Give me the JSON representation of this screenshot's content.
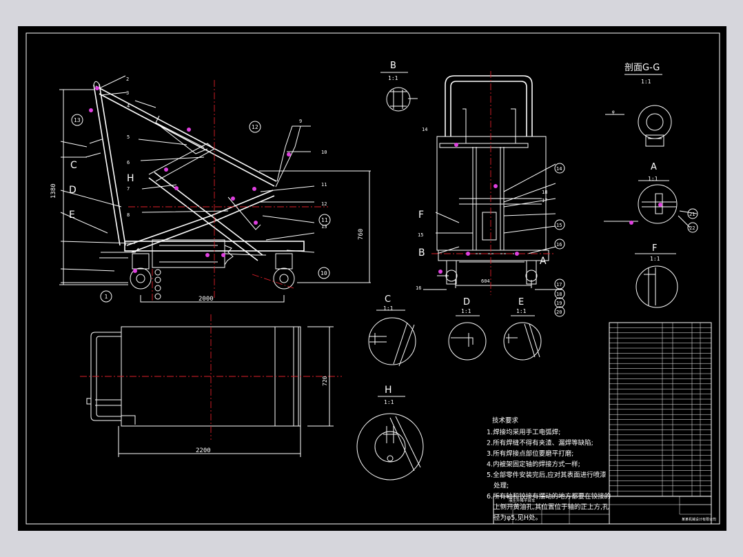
{
  "views": {
    "b_label": "B",
    "b_scale": "1:1",
    "g_label": "剖面G-G",
    "g_scale": "1:1",
    "a_label": "A",
    "a_scale": "1:1",
    "f_label": "F",
    "f_scale": "1:1",
    "c_label": "C",
    "c_scale": "1:1",
    "d_label": "D",
    "d_scale": "1:1",
    "e_label": "E",
    "e_scale": "1:1",
    "h_label": "H",
    "h_scale": "1:1"
  },
  "dims": {
    "height_1380": "1380",
    "height_760": "760",
    "len_2000": "2000",
    "len_2200": "2200",
    "width_720": "720",
    "width_604": "604"
  },
  "side_letters": [
    "C",
    "D",
    "E",
    "H"
  ],
  "side_numbers": [
    "2",
    "3",
    "4",
    "5",
    "6",
    "7",
    "8",
    "9",
    "10",
    "11",
    "12",
    "13"
  ],
  "side_circled": [
    "13",
    "12",
    "11",
    "10",
    "1"
  ],
  "front_letters": [
    "F",
    "B",
    "A"
  ],
  "front_numbers": [
    "14",
    "15",
    "16",
    "17",
    "18"
  ],
  "front_circled": [
    "14",
    "15",
    "16",
    "17",
    "18",
    "19",
    "20"
  ],
  "a_circled": [
    "21",
    "22"
  ],
  "tech": {
    "title": "技术要求",
    "items": [
      "1.焊接均采用手工电弧焊;",
      "2.所有焊缝不得有夹渣、漏焊等缺陷;",
      "3.所有焊接点部位要磨平打磨;",
      "4.内被架固定轴的焊接方式一样;",
      "5.全部零件安装完后,应对其表面进行喷漆",
      "处理;",
      "6.所有轴和铰接有摆动的地方都要在铰接的",
      "上侧开黄油孔,其位置位于轴的正上方,孔",
      "径为φ5,见H处。"
    ]
  },
  "title_block": {
    "name": "液压升降平台车",
    "company": "某某机械设计有限公司"
  }
}
